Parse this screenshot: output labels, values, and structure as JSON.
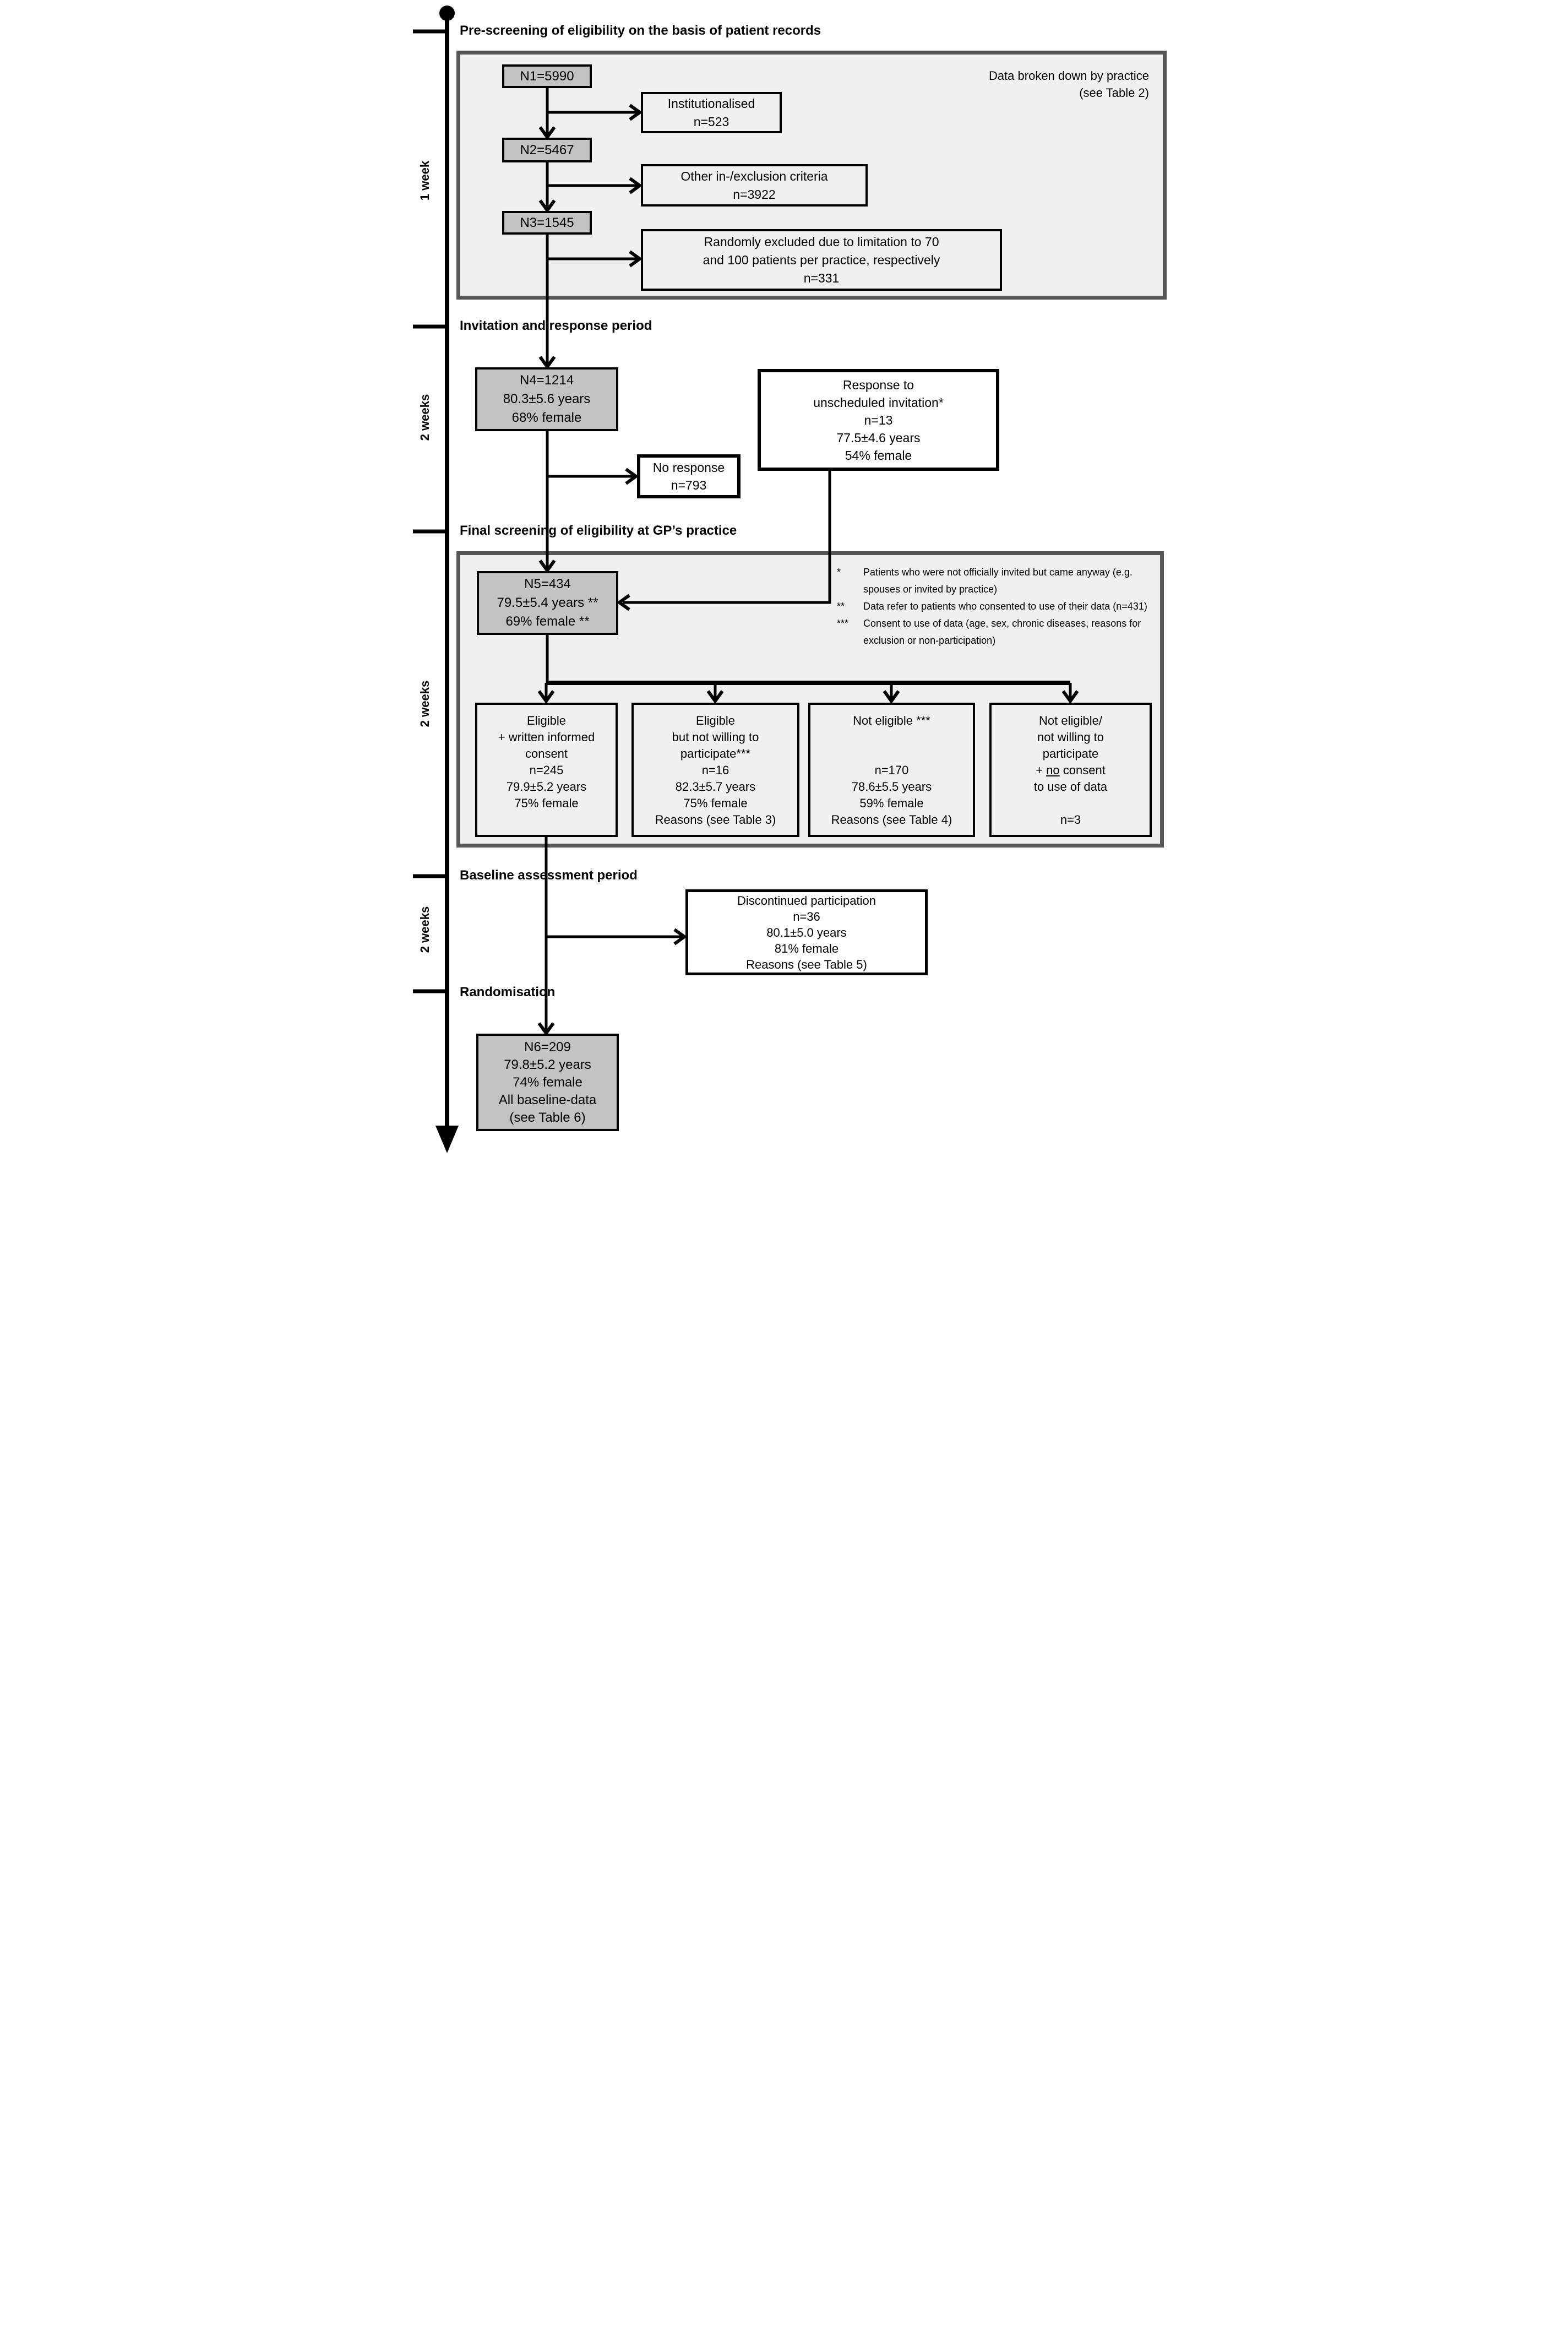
{
  "colors": {
    "container_fill": "#f0f0f0",
    "container_border": "#575757",
    "n_box_fill": "#c3c3c3",
    "line_color": "#000000"
  },
  "timeline": {
    "labels": [
      "1 week",
      "2 weeks",
      "2 weeks",
      "2 weeks"
    ]
  },
  "headings": {
    "prescreening": "Pre-screening of eligibility on the basis of patient records",
    "invitation": "Invitation and response period",
    "final_screening": "Final screening of eligibility at GP’s practice",
    "baseline": "Baseline assessment period",
    "randomisation": "Randomisation"
  },
  "prescreening_note": {
    "line1": "Data broken down by practice",
    "line2": "(see Table 2)"
  },
  "boxes": {
    "n1": {
      "line1": "N1=5990"
    },
    "institutionalised": {
      "line1": "Institutionalised",
      "line2": "n=523"
    },
    "n2": {
      "line1": "N2=5467"
    },
    "other_criteria": {
      "line1": "Other  in-/exclusion criteria",
      "line2": "n=3922"
    },
    "n3": {
      "line1": "N3=1545"
    },
    "randomly_excluded": {
      "line1": "Randomly excluded due to limitation to 70",
      "line2": "and 100 patients per practice, respectively",
      "line3": "n=331"
    },
    "n4": {
      "line1": "N4=1214",
      "line2": "80.3±5.6 years",
      "line3": "68% female"
    },
    "response_unscheduled": {
      "line1": "Response to",
      "line2": "unscheduled invitation*",
      "line3": "n=13",
      "line4": "77.5±4.6 years",
      "line5": "54% female"
    },
    "no_response": {
      "line1": "No response",
      "line2": "n=793"
    },
    "n5": {
      "line1": "N5=434",
      "line2": "79.5±5.4 years **",
      "line3": "69% female **"
    },
    "eligible_consent": {
      "line1": "Eligible",
      "line2": "+ written informed",
      "line3": "consent",
      "line4": "n=245",
      "line5": "79.9±5.2 years",
      "line6": "75% female"
    },
    "eligible_not_willing": {
      "line1": "Eligible",
      "line2": "but not willing to",
      "line3": "participate***",
      "line4": "n=16",
      "line5": "82.3±5.7 years",
      "line6": "75% female",
      "line7": "Reasons (see Table 3)"
    },
    "not_eligible": {
      "line1": "Not eligible ***",
      "line2": " ",
      "line3": " ",
      "line4": "n=170",
      "line5": "78.6±5.5 years",
      "line6": "59% female",
      "line7": "Reasons (see Table 4)"
    },
    "not_eligible_no_consent": {
      "line1": "Not eligible/",
      "line2": "not willing to",
      "line3": "participate",
      "line4_pre": "+ ",
      "line4_underlined": "no",
      "line4_post": " consent",
      "line5": "to use of data",
      "line6": " ",
      "line7": "n=3"
    },
    "discontinued": {
      "line1": "Discontinued participation",
      "line2": "n=36",
      "line3": "80.1±5.0 years",
      "line4": "81% female",
      "line5": "Reasons (see Table 5)"
    },
    "n6": {
      "line1": "N6=209",
      "line2": "79.8±5.2 years",
      "line3": "74% female",
      "line4": "All baseline-data",
      "line5": "(see Table 6)"
    }
  },
  "footnotes": [
    {
      "marker": "*",
      "text": "Patients who were not officially invited but came anyway (e.g. spouses or invited by practice)"
    },
    {
      "marker": "**",
      "text": "Data refer to patients who consented to use of their data (n=431)"
    },
    {
      "marker": "***",
      "text": "Consent to use of data (age, sex, chronic diseases, reasons for exclusion or non-participation)"
    }
  ]
}
